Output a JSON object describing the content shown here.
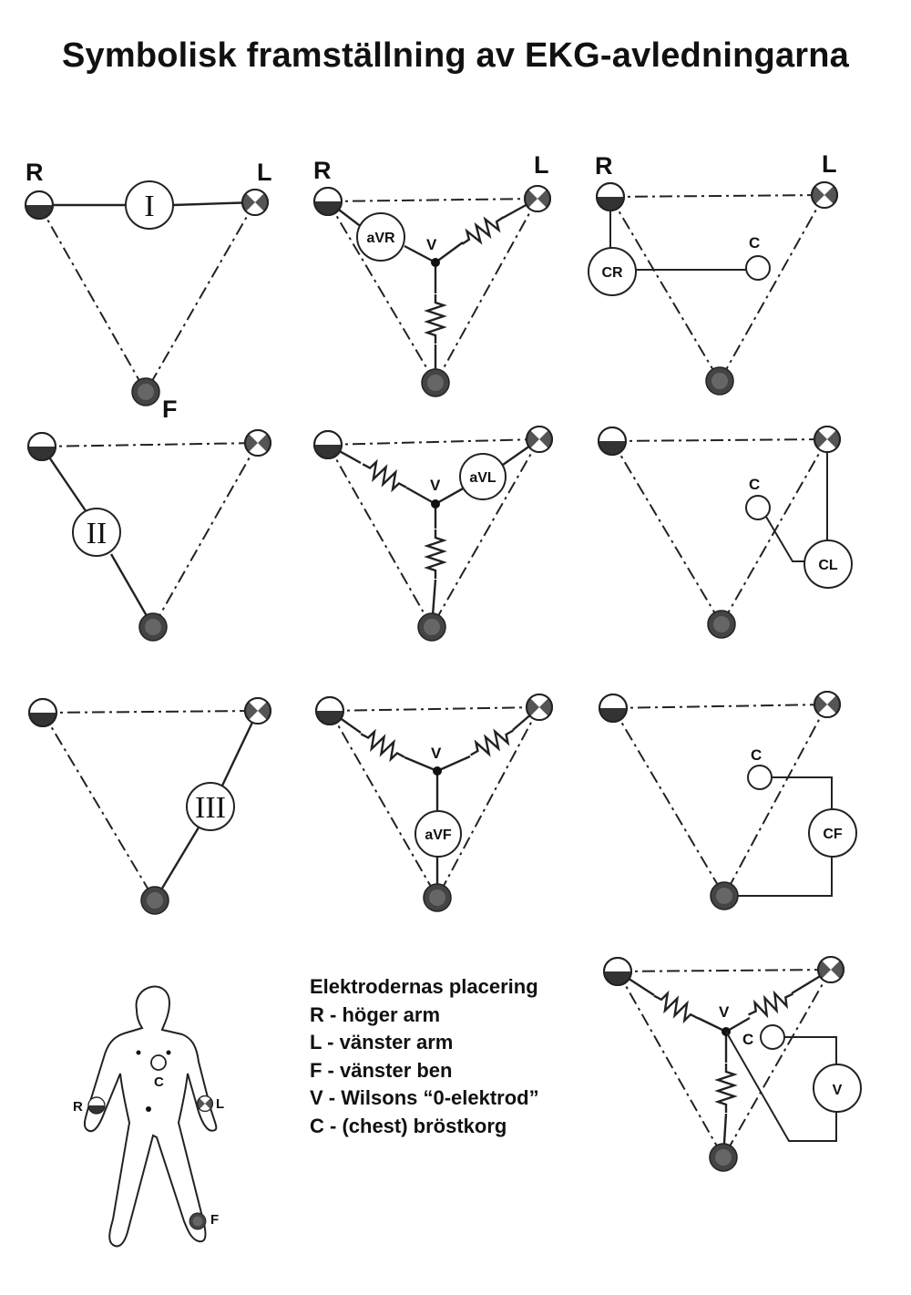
{
  "title": "Symbolisk framställning av EKG-avledningarna",
  "labels": {
    "right_arm": "R",
    "left_arm": "L",
    "foot": "F",
    "wilson": "V",
    "chest": "C"
  },
  "leads": {
    "lead_1": "I",
    "lead_2": "II",
    "lead_3": "III",
    "avr": "aVR",
    "avl": "aVL",
    "avf": "aVF",
    "cr": "CR",
    "cl": "CL",
    "cf": "CF",
    "v": "V"
  },
  "legend": {
    "heading": "Elektrodernas placering",
    "items": [
      "R -  höger arm",
      "L - vänster arm",
      "F - vänster ben",
      "V - Wilsons “0-elektrod”",
      "C - (chest) bröstkorg"
    ]
  }
}
